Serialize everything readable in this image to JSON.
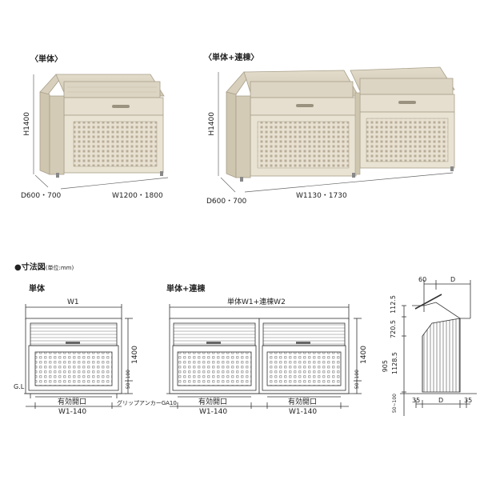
{
  "top": {
    "single_title": "〈単体〉",
    "combo_title": "〈単体+連棟〉",
    "single_h": "H1400",
    "single_d": "D600・700",
    "single_w": "W1200・1800",
    "combo_h": "H1400",
    "combo_d": "D600・700",
    "combo_w": "W1130・1730"
  },
  "section": {
    "title": "●寸法図",
    "unit": "(単位:mm)"
  },
  "drawings": {
    "single_label": "単体",
    "combo_label": "単体+連棟",
    "single_w1": "W1",
    "combo_w": "単体W1+連棟W2",
    "h1400_a": "1400",
    "h1400_b": "1400",
    "clearance_a": "50~100",
    "clearance_b": "50~100",
    "gl": "G.L",
    "opening_a": "有効開口",
    "opening_a_w": "W1-140",
    "opening_b1": "有効開口",
    "opening_b1_w": "W1-140",
    "opening_b2": "有効開口",
    "opening_b2_w": "W1-140",
    "anchor": "グリップアンカーGA10"
  },
  "side": {
    "d60": "60",
    "d_top": "D",
    "d_bottom": "D",
    "d1125": "112.5",
    "d7205": "720.5",
    "d905": "905",
    "d11285": "1128.5",
    "d35a": "35",
    "d35b": "35",
    "clearance": "50~100"
  }
}
